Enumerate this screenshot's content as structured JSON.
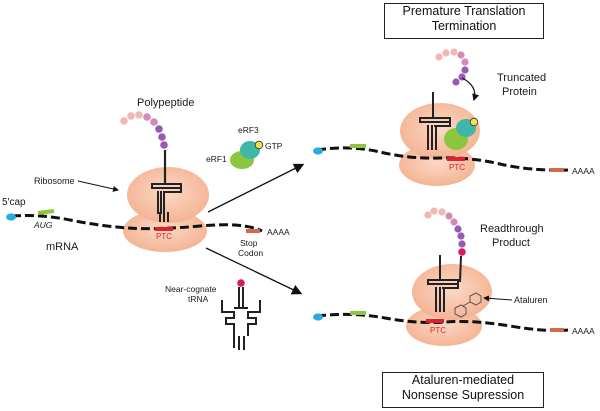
{
  "titles": {
    "premature_line1": "Premature Translation",
    "premature_line2": "Termination",
    "ataluren_line1": "Ataluren-mediated",
    "ataluren_line2": "Nonsense Supression"
  },
  "labels": {
    "polypeptide": "Polypeptide",
    "ribosome": "Ribosome",
    "cap": "5'cap",
    "aug": "AUG",
    "mrna": "mRNA",
    "ptc": "PTC",
    "polya": "AAAA",
    "stop_codon_line1": "Stop",
    "stop_codon_line2": "Codon",
    "erf3": "eRF3",
    "gtp": "GTP",
    "erf1": "eRF1",
    "near_cognate_line1": "Near-cognate",
    "near_cognate_line2": "tRNA",
    "truncated_line1": "Truncated",
    "truncated_line2": "Protein",
    "readthrough_line1": "Readthrough",
    "readthrough_line2": "Product",
    "ataluren": "Ataluren"
  },
  "colors": {
    "ribosome": "#f6bfa4",
    "ribosome_edge": "#e9a27f",
    "mrna": "#111111",
    "ptc": "#e0202a",
    "aug": "#8cc63f",
    "stop": "#d2694a",
    "cap": "#29abe2",
    "bead_light": "#f2b8b0",
    "bead_mid": "#d58bb8",
    "bead_dark": "#9b59b6",
    "erf1": "#8cc63f",
    "erf3": "#3fb6a8",
    "gtp": "#f4e04d",
    "trna_tip": "#d81b60"
  }
}
